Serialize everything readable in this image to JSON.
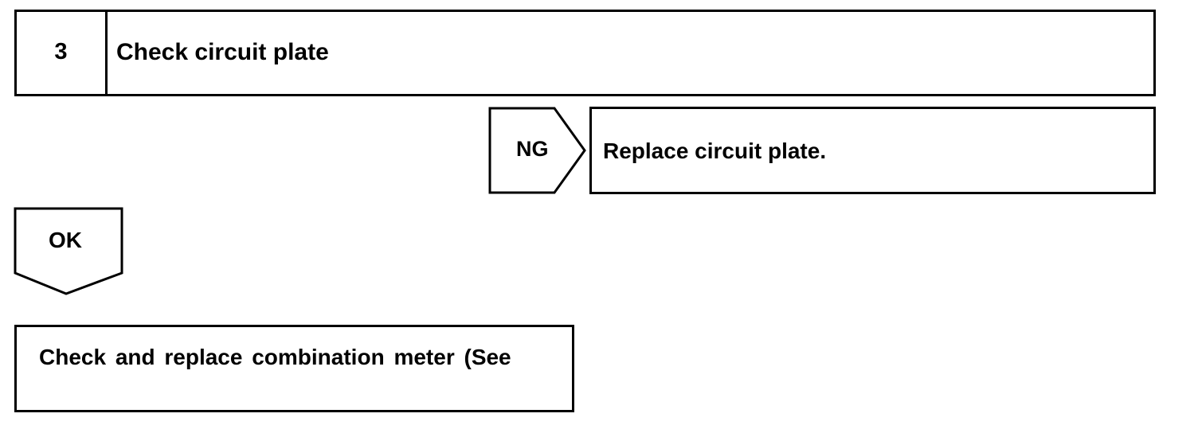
{
  "step": {
    "number": "3",
    "title": "Check circuit plate"
  },
  "ng_branch": {
    "label": "NG",
    "action": "Replace circuit plate."
  },
  "ok_branch": {
    "label": "OK",
    "action": "Check and replace combination meter (See"
  },
  "colors": {
    "line": "#000000",
    "background": "#ffffff"
  }
}
